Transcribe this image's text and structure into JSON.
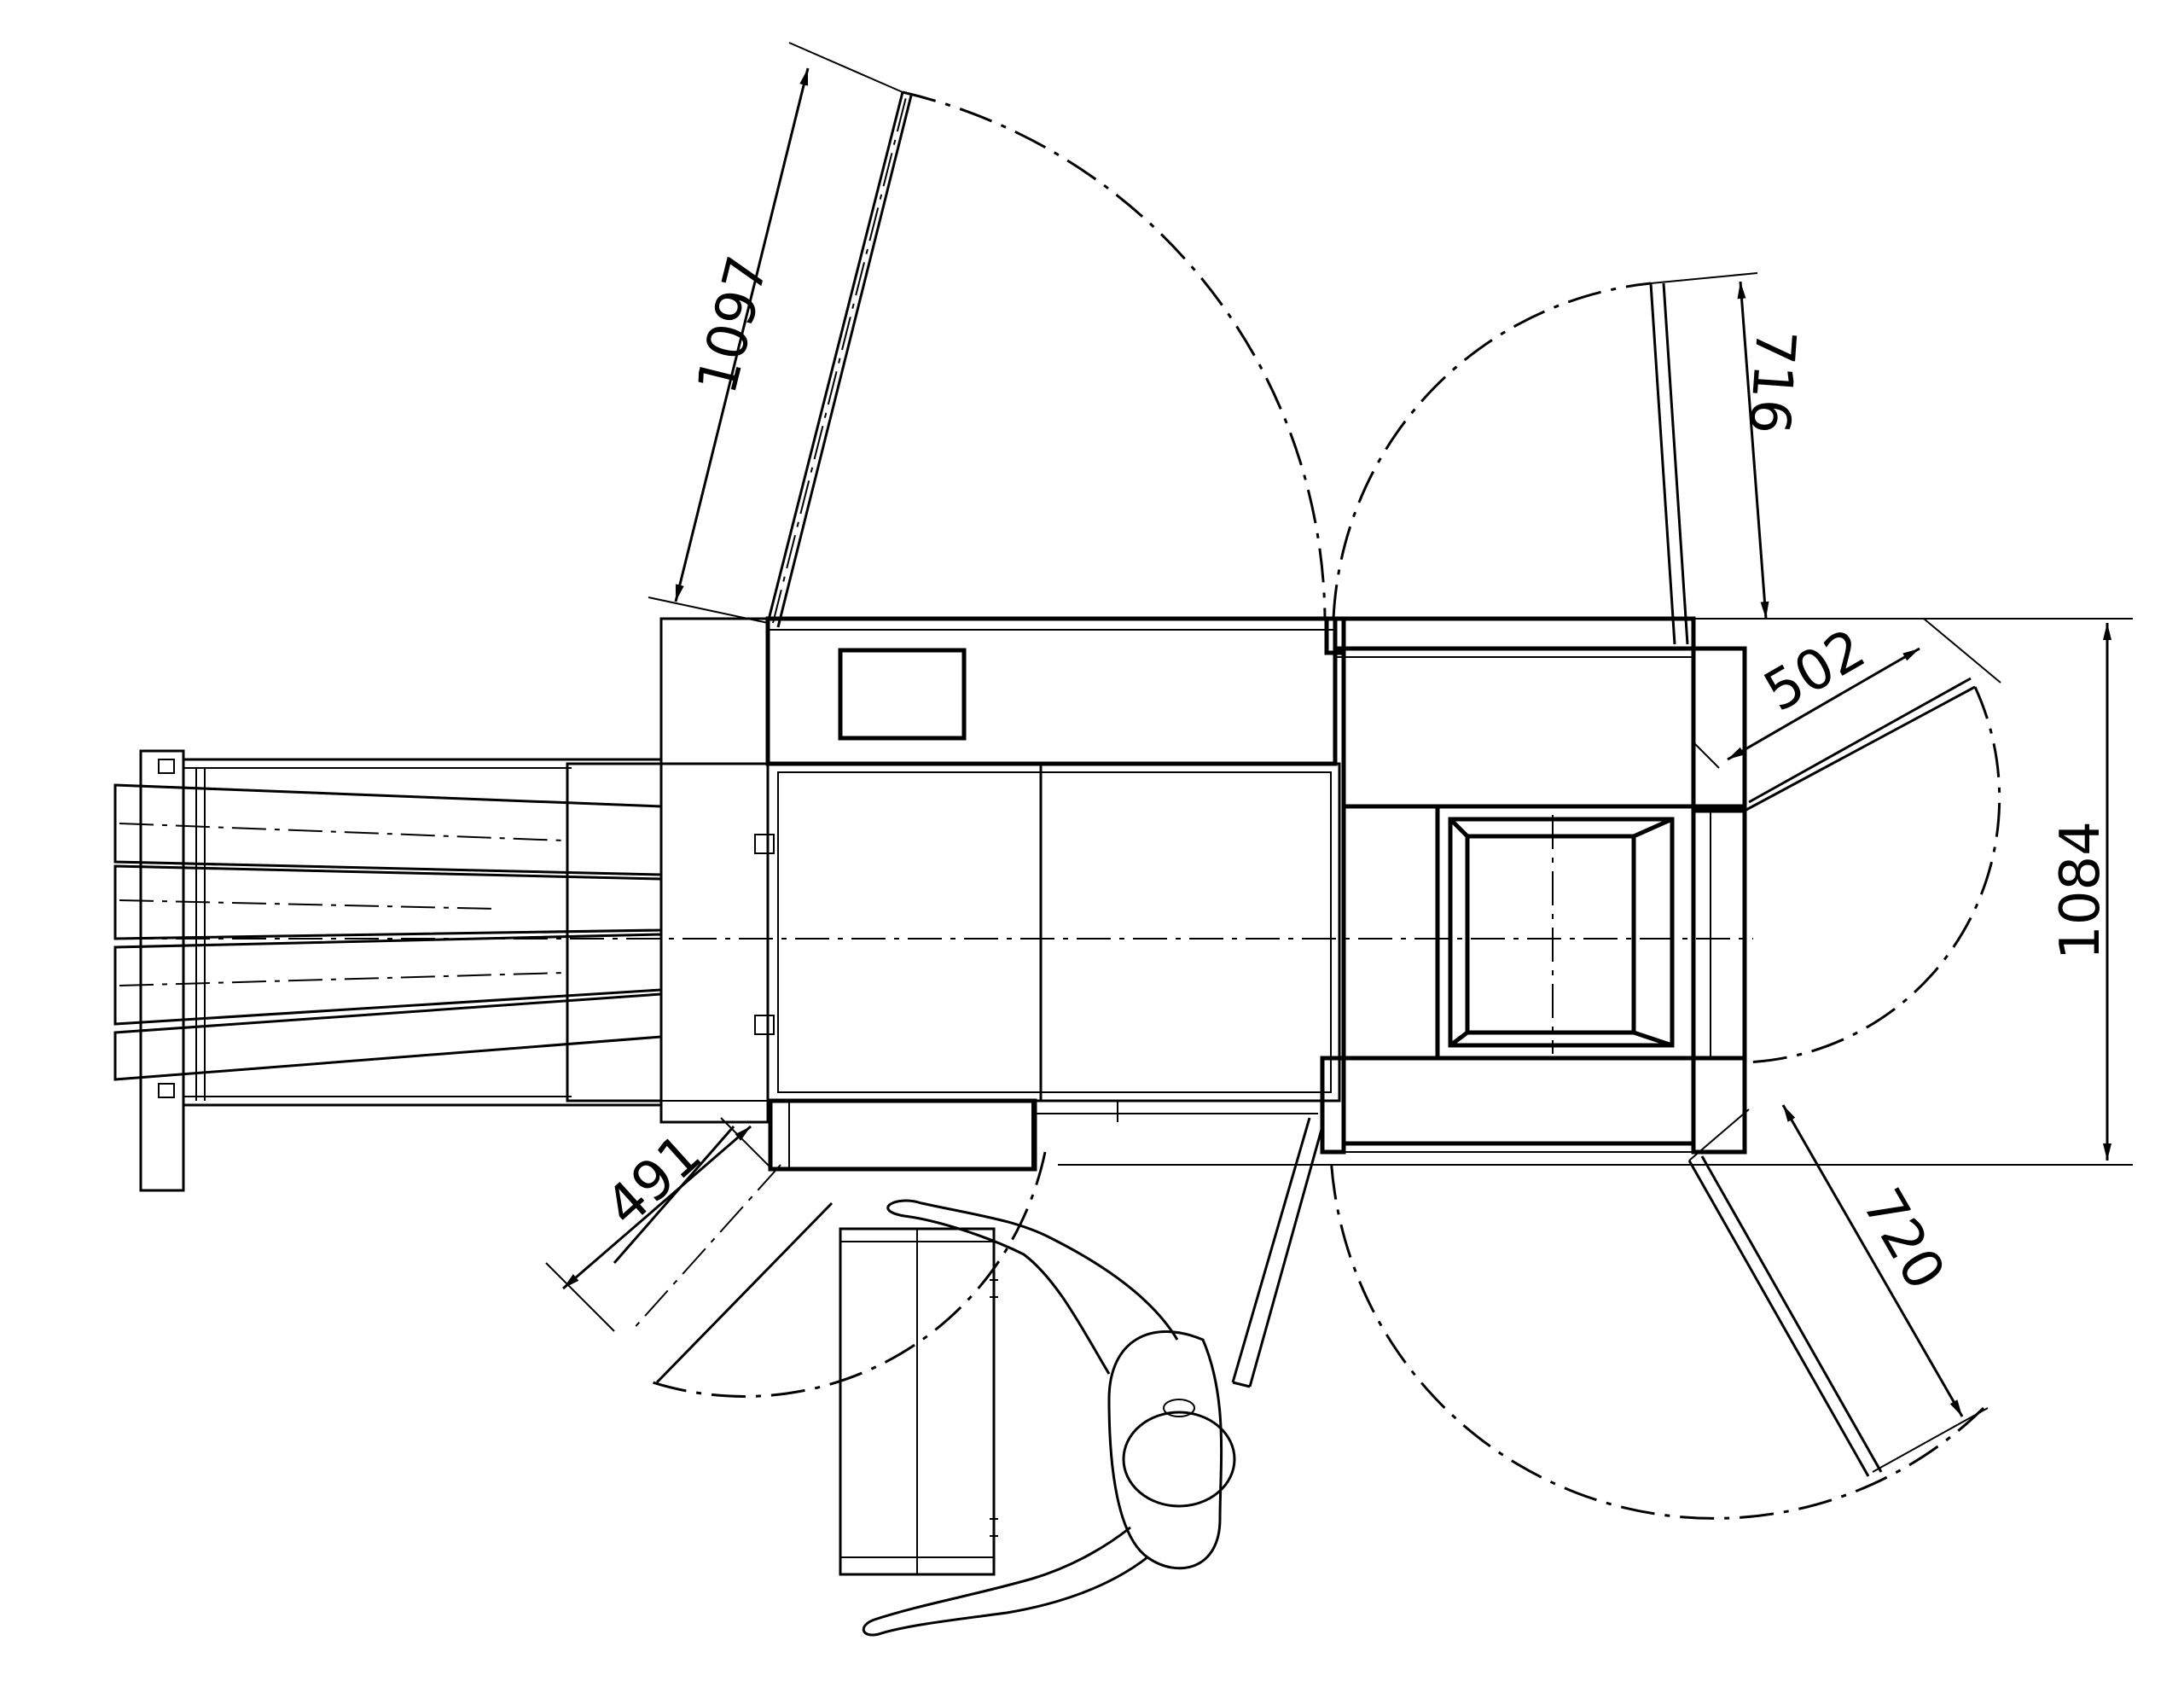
{
  "colors": {
    "line": "#000000",
    "background": "#ffffff"
  },
  "dimensions": {
    "top_door_width": "1097",
    "right_upper_door_width": "716",
    "right_side_door_width": "502",
    "right_lower_door_width": "720",
    "front_door_width": "491",
    "overall_depth": "1084"
  }
}
